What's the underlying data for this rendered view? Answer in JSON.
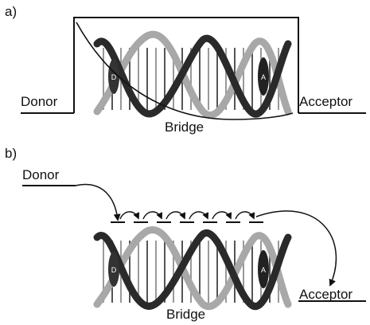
{
  "panels": [
    {
      "label": "a)",
      "donor": "Donor",
      "acceptor": "Acceptor",
      "bridge": "Bridge",
      "base_letters": [
        "D",
        "A"
      ]
    },
    {
      "label": "b)",
      "donor": "Donor",
      "acceptor": "Acceptor",
      "bridge": "Bridge",
      "base_letters": [
        "D",
        "A"
      ],
      "hop_count": 6
    }
  ],
  "colors": {
    "ink": "#111111",
    "dark_strand": "#2a2a2a",
    "light_strand": "#a8a8a8"
  }
}
